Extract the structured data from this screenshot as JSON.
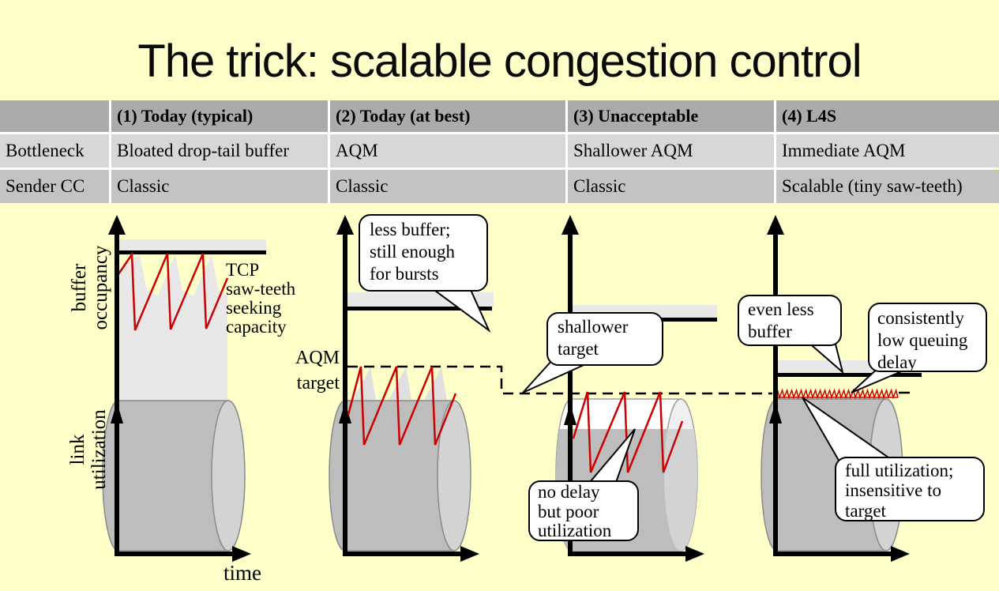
{
  "slide": {
    "title": "The trick: scalable congestion control",
    "background_color": "#FFFFC9"
  },
  "table": {
    "col_headers": [
      "",
      "(1) Today (typical)",
      "(2) Today (at best)",
      "(3) Unacceptable",
      "(4) L4S"
    ],
    "rows": [
      {
        "label": "Bottleneck",
        "cells": [
          "Bloated drop-tail buffer",
          "AQM",
          "Shallower AQM",
          "Immediate AQM"
        ]
      },
      {
        "label": "Sender CC",
        "cells": [
          "Classic",
          "Classic",
          "Classic",
          "Scalable (tiny saw-teeth)"
        ]
      }
    ],
    "header_bg": "#ABABAB",
    "row1_bg": "#D7D7D7",
    "row2_bg": "#C3C3C3"
  },
  "diagrams": {
    "y_axis_label_top": "buffer\noccupancy",
    "y_axis_label_bottom": "link\nutilization",
    "x_axis_label": "time",
    "sawtooth_label": "TCP\nsaw-teeth\nseeking\ncapacity",
    "aqm_target_label": "AQM\ntarget",
    "callouts": {
      "less_buffer": "less buffer;\nstill enough\nfor bursts",
      "shallower_target": "shallower\ntarget",
      "no_delay": "no delay\nbut poor\nutilization",
      "even_less_buffer": "even less\nbuffer",
      "low_delay": "consistently\nlow queuing\ndelay",
      "full_utilization": "full utilization;\ninsensitive to\ntarget"
    },
    "colors": {
      "sawtooth_red": "#CC0000",
      "buffer_shade": "#E8E8E8",
      "cylinder_body": "#BDBDBD",
      "cylinder_end": "#D3D3D3",
      "axis_black": "#000000"
    }
  }
}
